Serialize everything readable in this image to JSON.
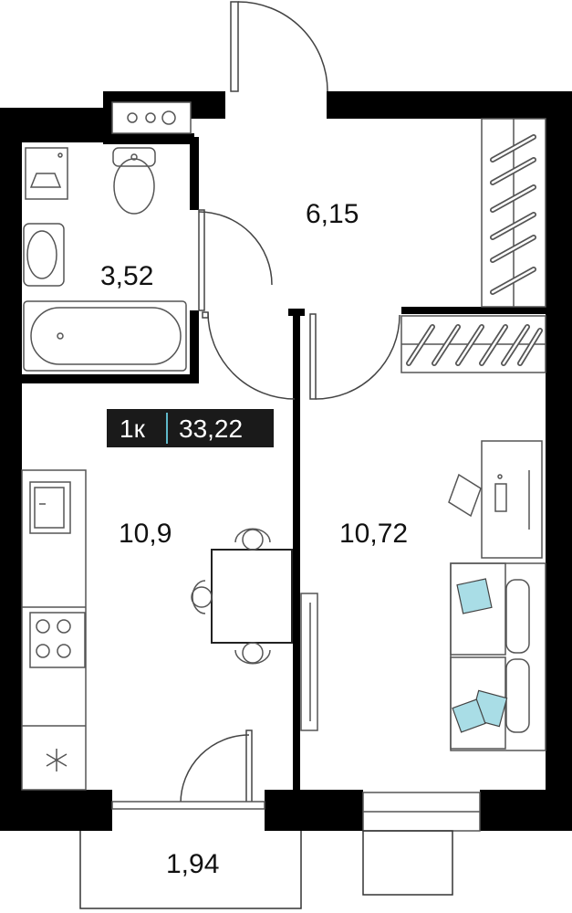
{
  "plan": {
    "rooms": [
      {
        "id": "hall",
        "area": "6,15"
      },
      {
        "id": "bathroom",
        "area": "3,52"
      },
      {
        "id": "kitchen",
        "area": "10,9"
      },
      {
        "id": "bedroom",
        "area": "10,72"
      },
      {
        "id": "loggia",
        "area": "1,94"
      }
    ],
    "badge": {
      "rooms": "1к",
      "total_area": "33,22",
      "accent": "#5fb8c9",
      "background": "#1a1a1a"
    },
    "colors": {
      "wall": "#000000",
      "furniture": "#555555",
      "pillow": "#a9dde6"
    }
  }
}
